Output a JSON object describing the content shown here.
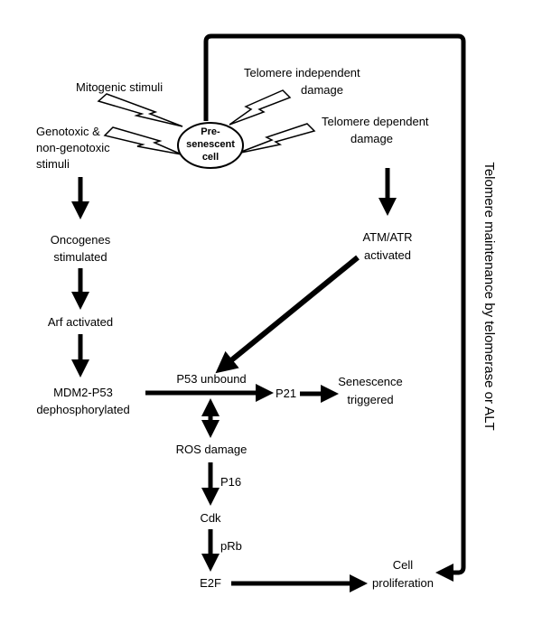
{
  "diagram": {
    "center_cell": {
      "line1": "Pre-",
      "line2": "senescent",
      "line3": "cell"
    },
    "inputs": {
      "mitogenic": "Mitogenic stimuli",
      "genotoxic_line1": "Genotoxic &",
      "genotoxic_line2": "non-genotoxic",
      "genotoxic_line3": "stimuli",
      "telomere_independent_line1": "Telomere independent",
      "telomere_independent_line2": "damage",
      "telomere_dependent_line1": "Telomere dependent",
      "telomere_dependent_line2": "damage"
    },
    "nodes": {
      "oncogenes_line1": "Oncogenes",
      "oncogenes_line2": "stimulated",
      "arf": "Arf activated",
      "mdm2_line1": "MDM2-P53",
      "mdm2_line2": "dephosphorylated",
      "atm_line1": "ATM/ATR",
      "atm_line2": "activated",
      "p53_unbound": "P53 unbound",
      "p21": "P21",
      "senescence_line1": "Senescence",
      "senescence_line2": "triggered",
      "ros": "ROS damage",
      "p16": "P16",
      "cdk": "Cdk",
      "prb": "pRb",
      "e2f": "E2F",
      "cell_prolif_line1": "Cell",
      "cell_prolif_line2": "proliferation"
    },
    "side_label": "Telomere maintenance by telomerase or ALT"
  }
}
